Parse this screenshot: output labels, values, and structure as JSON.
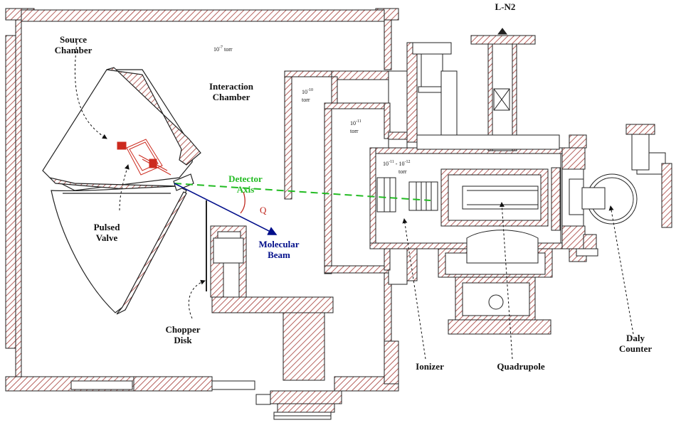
{
  "labels": {
    "l_n2": "L-N2",
    "source_chamber_line1": "Source",
    "source_chamber_line2": "Chamber",
    "interaction_chamber_line1": "Interaction",
    "interaction_chamber_line2": "Chamber",
    "pulsed_valve_line1": "Pulsed",
    "pulsed_valve_line2": "Valve",
    "detector_axis_line1": "Detector",
    "detector_axis_line2": "Axis",
    "theta": "Q",
    "molecular_beam_line1": "Molecular",
    "molecular_beam_line2": "Beam",
    "chopper_disk_line1": "Chopper",
    "chopper_disk_line2": "Disk",
    "ionizer": "Ionizer",
    "quadrupole": "Quadrupole",
    "daly_counter_line1": "Daly",
    "daly_counter_line2": "Counter"
  },
  "pressures": {
    "interaction_base": "torr",
    "interaction_exp": "-7",
    "region1_base": "torr",
    "region1_exp": "-10",
    "region2_base": "torr",
    "region2_exp": "-11",
    "ionizer_region_base": "torr",
    "ionizer_region_exp1": "-11",
    "ionizer_region_exp2": "-12"
  },
  "colors": {
    "hatch": "#a33a35",
    "frame": "#222222",
    "detector_axis": "#22bb22",
    "molecular_beam": "#000e8a",
    "angle": "#c0281e",
    "valve": "#cc2a1e"
  }
}
